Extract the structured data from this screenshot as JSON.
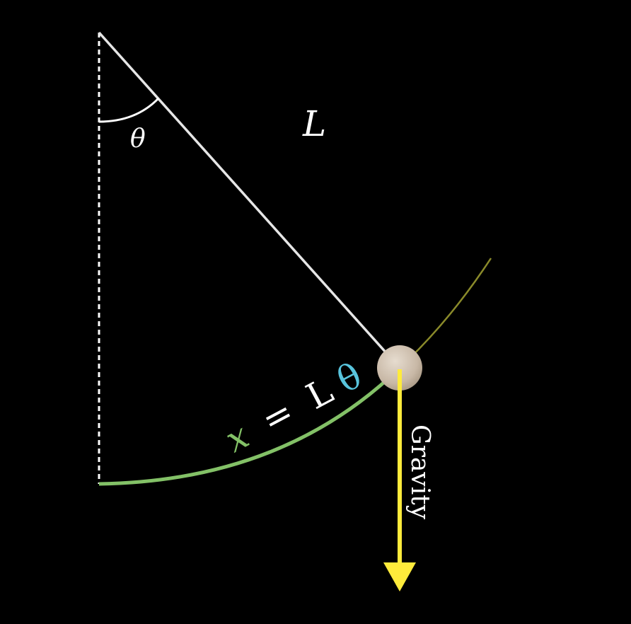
{
  "labels": {
    "length": "L",
    "angle": "θ",
    "arc_x": "x",
    "arc_equals": "=",
    "arc_L": "L",
    "arc_theta": "θ",
    "gravity": "Gravity"
  },
  "colors": {
    "background": "#000000",
    "rod": "#e6e6e6",
    "guide_line": "#ffffff",
    "arc_traveled": "#83c167",
    "arc_remaining": "#8a8a2a",
    "bob": "#cdbfae",
    "gravity_arrow": "#ffeb3b",
    "theta_highlight": "#58c4dd",
    "text": "#ffffff"
  }
}
